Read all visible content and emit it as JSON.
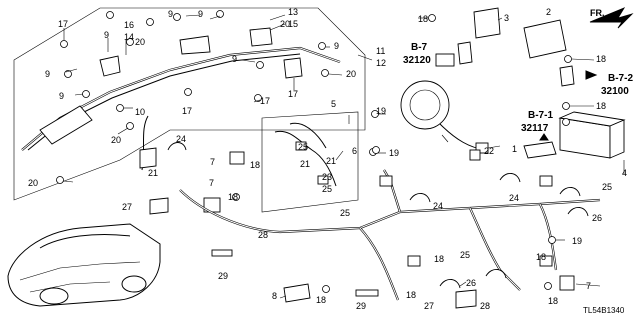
{
  "callouts": [
    "1",
    "2",
    "3",
    "4",
    "5",
    "6",
    "7",
    "8",
    "9",
    "10",
    "11",
    "12",
    "13",
    "14",
    "15",
    "16",
    "17",
    "18",
    "19",
    "20",
    "21",
    "22",
    "23",
    "24",
    "25",
    "26",
    "27",
    "28",
    "29"
  ],
  "refs": {
    "b7": "B-7",
    "b7_code": "32120",
    "b72": "B-7-2",
    "b72_code": "32100",
    "b71": "B-7-1",
    "b71_code": "32117"
  },
  "direction_label": "FR.",
  "part_id": "TL54B1340"
}
